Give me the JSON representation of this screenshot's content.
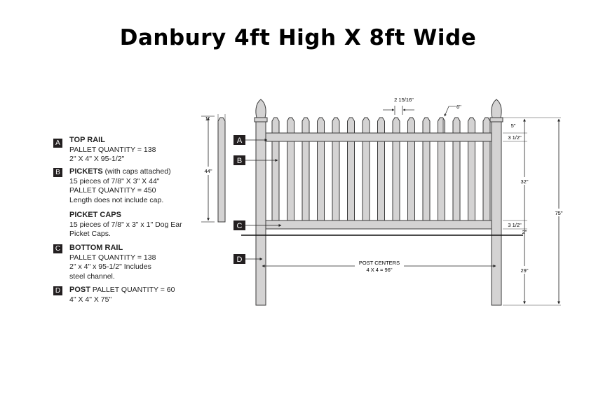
{
  "title": "Danbury 4ft High X 8ft Wide",
  "legend": {
    "a": {
      "letter": "A",
      "heading": "TOP RAIL",
      "lines": [
        "PALLET QUANTITY = 138",
        "2\" X 4\" X 95-1/2\""
      ]
    },
    "b": {
      "letter": "B",
      "heading": "PICKETS",
      "heading_note": " (with caps attached)",
      "lines": [
        "15 pieces of 7/8\" X 3\" X 44\"",
        "PALLET QUANTITY = 450",
        "Length does not include cap."
      ]
    },
    "caps": {
      "heading": "PICKET CAPS",
      "lines": [
        "15 pieces of 7/8\" x 3\" x 1\" Dog Ear",
        "Picket Caps."
      ]
    },
    "c": {
      "letter": "C",
      "heading": "BOTTOM RAIL",
      "lines": [
        "PALLET QUANTITY = 138",
        "2\" x 4\" x 95-1/2\" Includes",
        "steel channel."
      ]
    },
    "d": {
      "letter": "D",
      "heading": "POST",
      "heading_note": " PALLET QUANTITY = 60",
      "lines": [
        "4\" X 4\" X 75\""
      ]
    }
  },
  "diagram": {
    "callouts": {
      "a": "A",
      "b": "B",
      "c": "C",
      "d": "D"
    },
    "dims": {
      "picket_top_width": "1\"",
      "picket_length": "44\"",
      "spacing": "2 15/16\"",
      "cap_above": "6\"",
      "post_above_rail": "5\"",
      "top_rail": "3 1/2\"",
      "picket_gap": "32\"",
      "bottom_rail": "3 1/2\"",
      "below_rail": "2\"",
      "ground_clearance": "29\"",
      "post_total": "75\"",
      "post_centers_label": "POST CENTERS",
      "post_centers_value": "4 X 4 = 96\""
    }
  },
  "colors": {
    "vinyl_fill": "#d4d3d3",
    "outline": "#3a3a3a",
    "badge": "#231f20"
  }
}
